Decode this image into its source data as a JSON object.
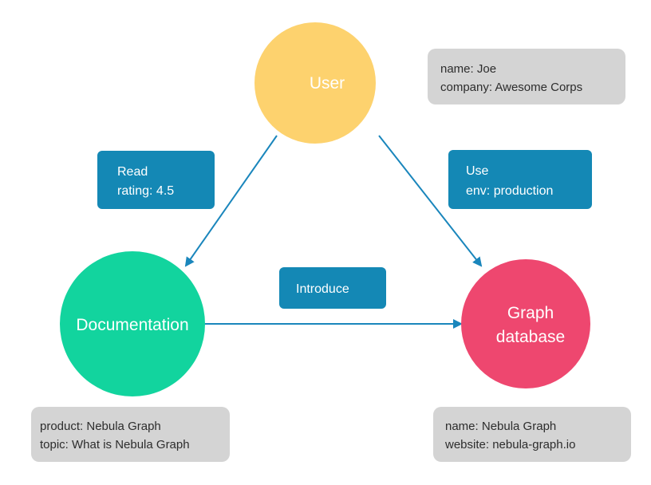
{
  "colors": {
    "user": "#fdd26e",
    "documentation": "#12d49e",
    "graph_database": "#ee476f",
    "edge": "#1a86bc",
    "edge_label_bg": "#1488b5",
    "property_bg": "#d4d4d4"
  },
  "nodes": {
    "user": {
      "label": "User"
    },
    "documentation": {
      "label": "Documentation"
    },
    "graph_database": {
      "label_line1": "Graph",
      "label_line2": "database"
    }
  },
  "edges": {
    "read": {
      "line1": "Read",
      "line2": "rating: 4.5"
    },
    "use": {
      "line1": "Use",
      "line2": "env: production"
    },
    "introduce": {
      "line1": "Introduce"
    }
  },
  "properties": {
    "user": {
      "line1": "name: Joe",
      "line2": "company: Awesome Corps"
    },
    "documentation": {
      "line1": "product: Nebula Graph",
      "line2": "topic: What is Nebula Graph"
    },
    "graph_database": {
      "line1": "name: Nebula Graph",
      "line2": "website: nebula-graph.io"
    }
  }
}
